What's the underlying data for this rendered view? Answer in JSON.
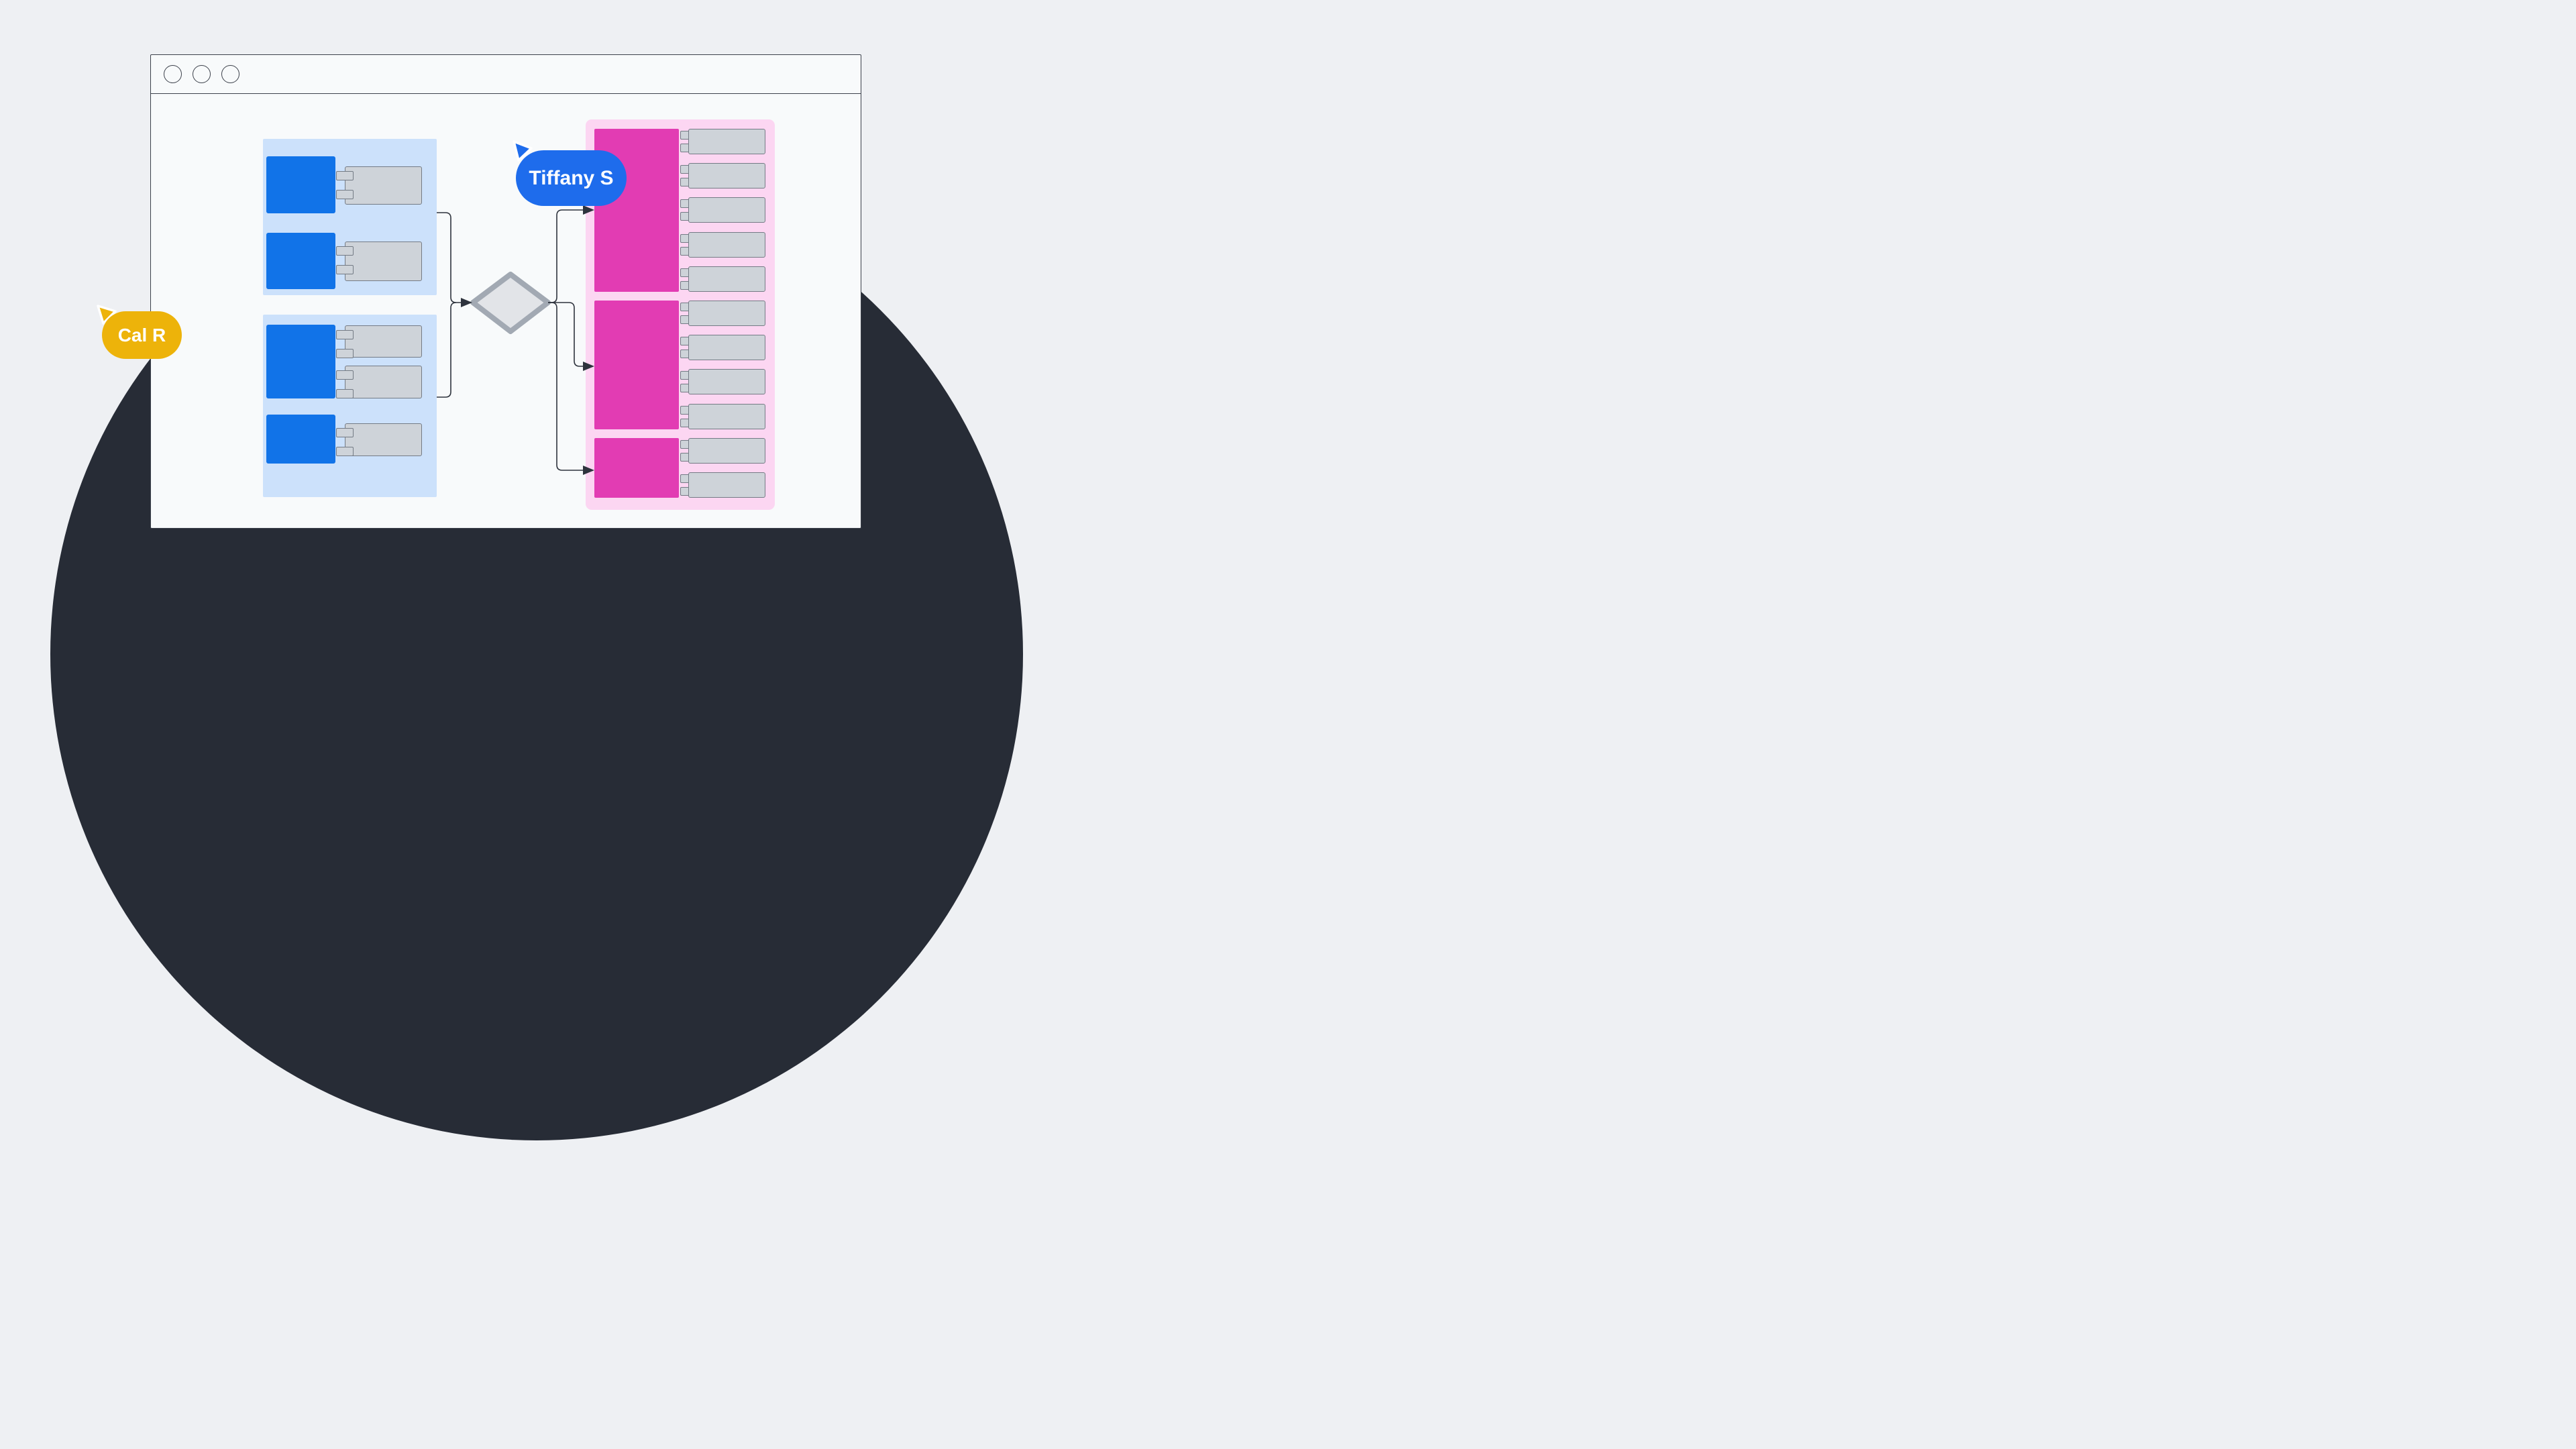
{
  "app": {
    "kind": "collaborative-diagram-browser-window",
    "traffic_light_count": 3
  },
  "collaborators": [
    {
      "name": "Tiffany S",
      "color": "#1e6cec",
      "cursor": "pointer-triangle"
    },
    {
      "name": "Cal R",
      "color": "#edb30a",
      "cursor": "pointer-triangle"
    }
  ],
  "colors": {
    "page_bg": "#eef0f3",
    "backdrop_dark": "#272c36",
    "window_bg": "#f8fafb",
    "window_border": "#3c414b",
    "panel_blue": "#cce1fb",
    "block_blue": "#1173e8",
    "component_fill": "#ced3d9",
    "component_border": "#747b85",
    "diamond_fill": "#e2e4e8",
    "diamond_border": "#a2a9b3",
    "pink_panel": "#fcd6f2",
    "magenta": "#e23cb3",
    "connector": "#2e333d"
  },
  "diagram": {
    "left_group": {
      "panel_count": 2,
      "panels": [
        {
          "units": [
            {
              "blue_block": 1,
              "components": 1
            },
            {
              "blue_block": 1,
              "components": 1
            }
          ]
        },
        {
          "units": [
            {
              "blue_block": 1,
              "components": 2
            },
            {
              "blue_block": 1,
              "components": 1
            }
          ]
        }
      ]
    },
    "decision_diamond": {
      "shape": "diamond",
      "inputs": 1,
      "outputs": 3
    },
    "right_group": {
      "rows": 11,
      "tabs_per_row": 2,
      "magenta_block_row_spans": [
        5,
        4,
        2
      ]
    }
  }
}
